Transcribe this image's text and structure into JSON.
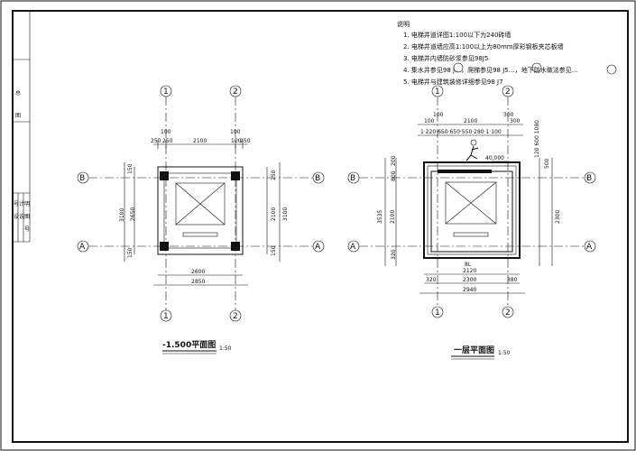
{
  "notes": {
    "heading": "说明",
    "lines": [
      "1. 电梯井道详图1:100以下为240砖墙",
      "2. 电梯井道墙应高1:100以上为80mm厚彩钢板夹芯板墙",
      "3. 电梯井内墙防砂浆参见98J5",
      "4. 集水井参见98 J…，爬梯参见98 J5…，地下防水做法参见…",
      "5. 电梯井与建筑装修详细参见98 J7"
    ]
  },
  "title_block": {
    "cells": [
      "总",
      "图",
      "号",
      "设",
      "计",
      "说",
      "明",
      "图",
      "号"
    ]
  },
  "axes": {
    "a": "A",
    "b": "B",
    "one": "1",
    "two": "2"
  },
  "plan_left": {
    "title": "-1.500平面图",
    "scale": "1:50",
    "dims": {
      "top_small_1": "100",
      "top_small_2": "100",
      "top_a": "250",
      "top_b": "250",
      "top_span": "2100",
      "top_c": "100",
      "top_d": "250",
      "left_a": "150",
      "left_b": "150",
      "left_total": "3100",
      "left_inner": "2650",
      "right_a": "250",
      "right_inner": "2100",
      "right_total": "3100",
      "right_b": "150",
      "bottom_inner": "2600",
      "bottom_total": "2850"
    }
  },
  "plan_right": {
    "title": "一层平面图",
    "scale": "1:50",
    "dims": {
      "top_small_1": "100",
      "top_small_2": "300",
      "top_a": "100",
      "top_span": "2100",
      "top_b": "300",
      "top_row": "1·220·650·650·550·280·1·100",
      "door_width": "40,000",
      "left_top": "200",
      "left_mid": "800",
      "left_total": "3535",
      "left_inner": "2100",
      "left_bottom": "320",
      "right_top": "500",
      "right_total": "2300",
      "side_note": "120 600 1080",
      "bottom_inner": "2120",
      "bottom_mid": "2300",
      "bottom_total": "2940",
      "bottom_a": "320",
      "bottom_b": "380",
      "sill": "8L"
    }
  }
}
